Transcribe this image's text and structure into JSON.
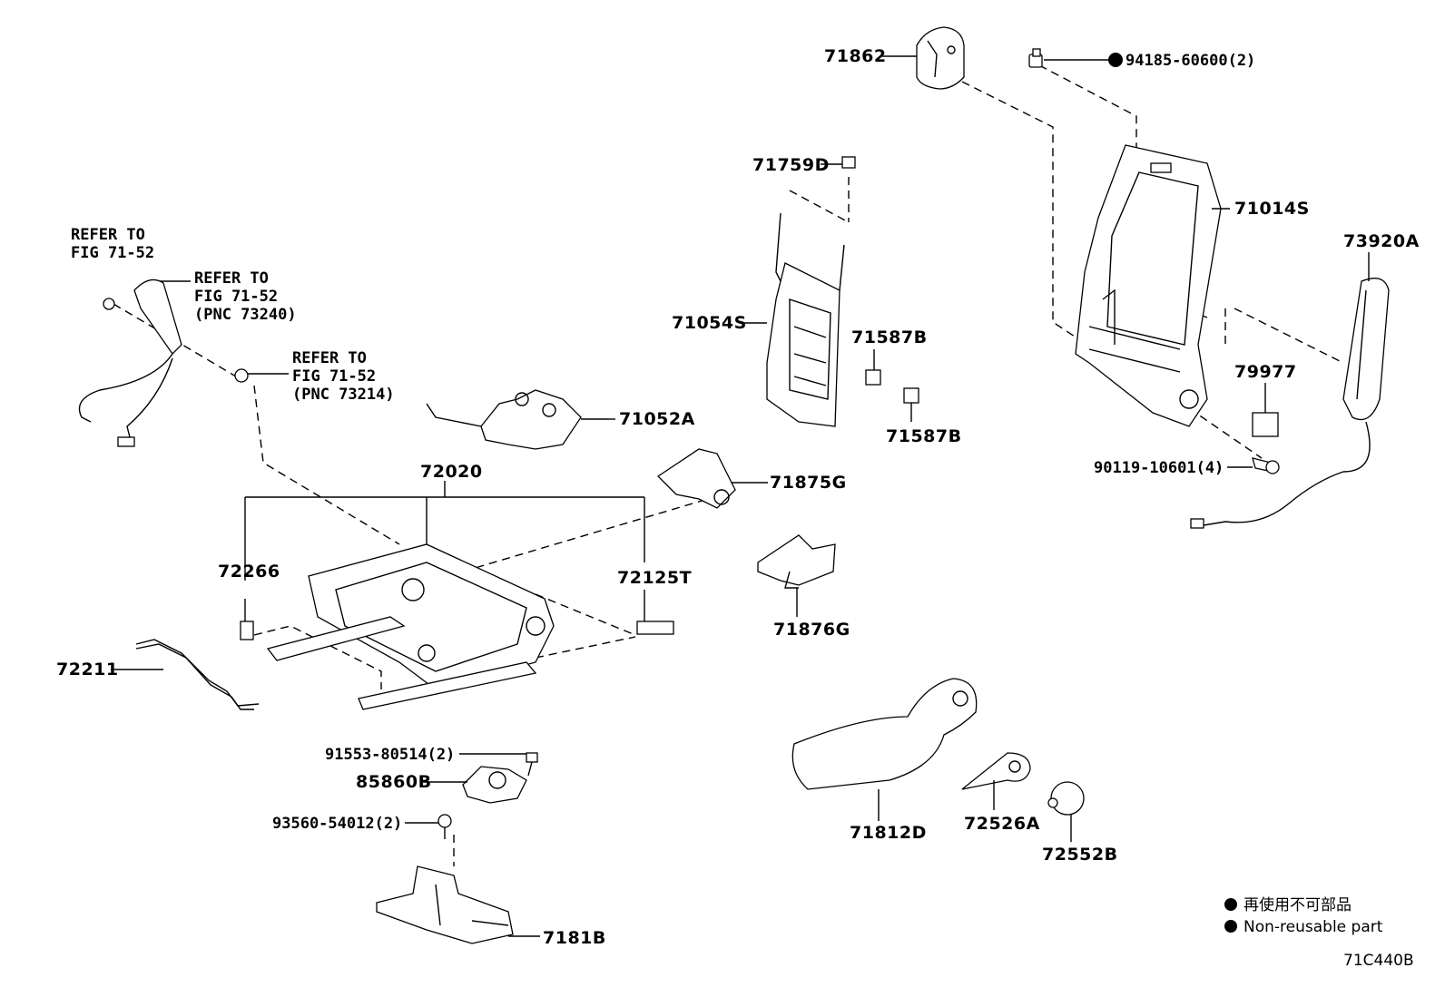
{
  "diagram": {
    "code": "71C440B",
    "refer_notes": {
      "a": {
        "line1": "REFER TO",
        "line2": "FIG 71-52"
      },
      "b": {
        "line1": "REFER TO",
        "line2": "FIG 71-52",
        "line3": "(PNC 73240)"
      },
      "c": {
        "line1": "REFER TO",
        "line2": "FIG 71-52",
        "line3": "(PNC 73214)"
      }
    },
    "parts": {
      "p71862": "71862",
      "p94185": "94185-60600(2)",
      "p71759D": "71759D",
      "p71014S": "71014S",
      "p73920A": "73920A",
      "p71054S": "71054S",
      "p71587B_1": "71587B",
      "p71587B_2": "71587B",
      "p79977": "79977",
      "p71052A": "71052A",
      "p90119": "90119-10601(4)",
      "p72020": "72020",
      "p71875G": "71875G",
      "p72266": "72266",
      "p72125T": "72125T",
      "p71876G": "71876G",
      "p72211": "72211",
      "p91553": "91553-80514(2)",
      "p85860B": "85860B",
      "p93560": "93560-54012(2)",
      "p71812D": "71812D",
      "p72526A": "72526A",
      "p72552B": "72552B",
      "p7181B": "7181B"
    },
    "legend": {
      "line1": "再使用不可部品",
      "line2": "Non-reusable part"
    },
    "icons": [
      "non-reusable-dot-icon"
    ]
  }
}
